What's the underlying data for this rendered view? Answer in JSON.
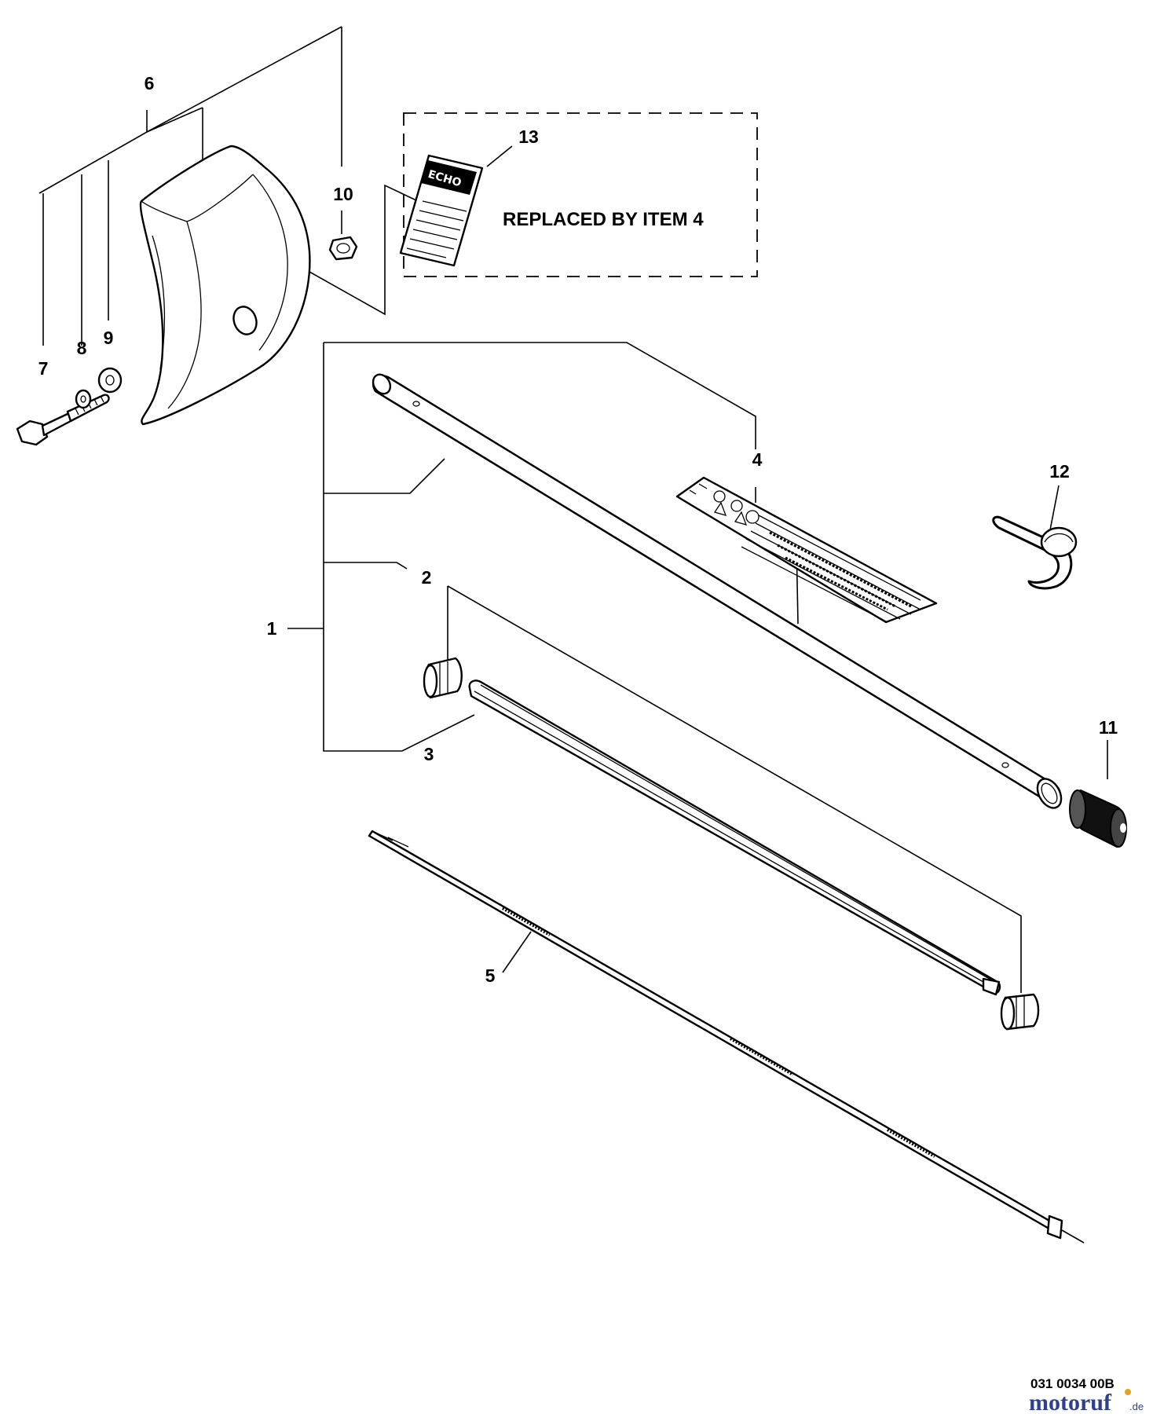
{
  "callouts": {
    "c1": "1",
    "c2": "2",
    "c3": "3",
    "c4": "4",
    "c5": "5",
    "c6": "6",
    "c7": "7",
    "c8": "8",
    "c9": "9",
    "c10": "10",
    "c11": "11",
    "c12": "12",
    "c13": "13"
  },
  "note": "REPLACED BY ITEM 4",
  "decal_brand": "ECHO",
  "drawing_code": "031 0034 00B",
  "watermark": {
    "brand": "motoruf",
    "suffix": ".de"
  },
  "colors": {
    "line": "#000000",
    "background": "#ffffff",
    "watermark": "#2d3f8f",
    "watermark_accent": "#e8a020"
  }
}
